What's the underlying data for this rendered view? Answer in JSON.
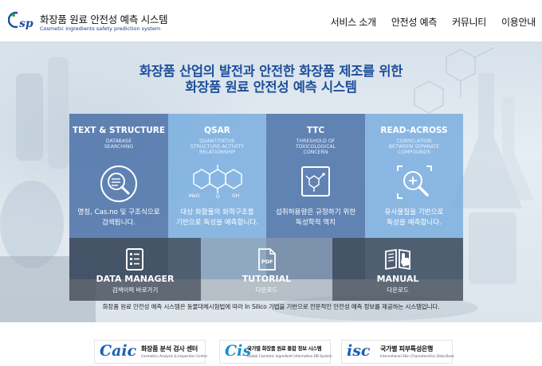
{
  "header": {
    "logo_mark": "Csp",
    "logo_title": "화장품 원료 안전성 예측 시스템",
    "logo_subtitle": "Cosmetic ingredients safety prediction system",
    "nav": [
      "서비스 소개",
      "안전성 예측",
      "커뮤니티",
      "이용안내"
    ]
  },
  "hero": {
    "title_line1": "화장품 산업의 발전과 안전한 화장품 제조를 위한",
    "title_line2": "화장품 원료 안전성 예측 시스템",
    "tiles": [
      {
        "name": "TEXT & STRUCTURE",
        "sub": [
          "DATABASE",
          "SEARCHING"
        ],
        "desc": [
          "명칭, Cas.no 및 구조식으로",
          "검색됩니다."
        ],
        "icon": "search-document-icon"
      },
      {
        "name": "QSAR",
        "sub": [
          "QUANTITATIVE",
          "STRUCTURE-ACTIVITY",
          "RELATIONSHIP"
        ],
        "desc": [
          "대상 화합물의 화학구조를",
          "기반으로 독성을 예측합니다."
        ],
        "icon": "molecule-icon",
        "mol_labels": [
          "MeO",
          "O",
          "OH"
        ]
      },
      {
        "name": "TTC",
        "sub": [
          "THRESHOLD OF",
          "TOXICOLOGICAL",
          "CONCERN"
        ],
        "desc": [
          "섭취허용량은 규정하기 위한",
          "독성학적 역치"
        ],
        "icon": "structure-box-icon"
      },
      {
        "name": "READ-ACROSS",
        "sub": [
          "CORRELATION",
          "BETWEEN SEPARATE",
          "COMPOUNDS"
        ],
        "desc": [
          "유사물질을 기반으로",
          "독성을 예측합니다."
        ],
        "icon": "magnify-plus-icon"
      }
    ],
    "bottom_tiles": [
      {
        "name": "DATA MANAGER",
        "sub": "검색이력 바로가기",
        "icon": "data-list-icon"
      },
      {
        "name": "TUTORIAL",
        "sub": "다운로드",
        "icon": "pdf-icon",
        "icon_text": "PDF"
      },
      {
        "name": "MANUAL",
        "sub": "다운로드",
        "icon": "manual-book-icon"
      }
    ],
    "caption": "화장품 원료 안전성 예측 시스템은 동물대체시험법에 따라 In Silico 기법을 기반으로 전문적인 안전성 예측 정보를 제공하는 시스템입니다."
  },
  "partners": [
    {
      "logo": "Caic",
      "name": "화장품 분석 검사 센터",
      "sub": "Cosmetics Analysis & Inspection Center",
      "color": "#1a5fb4"
    },
    {
      "logo": "Cis",
      "name": "국가별 화장품 원료 통합 정보 시스템",
      "sub": "Global Cosmetic Ingredient Information DB System",
      "color": "#1a8ec9"
    },
    {
      "logo": "isc",
      "name": "국가별 피부특성은행",
      "sub": "International Skin Characteristics Data Bank",
      "color": "#1a5fb4"
    }
  ]
}
